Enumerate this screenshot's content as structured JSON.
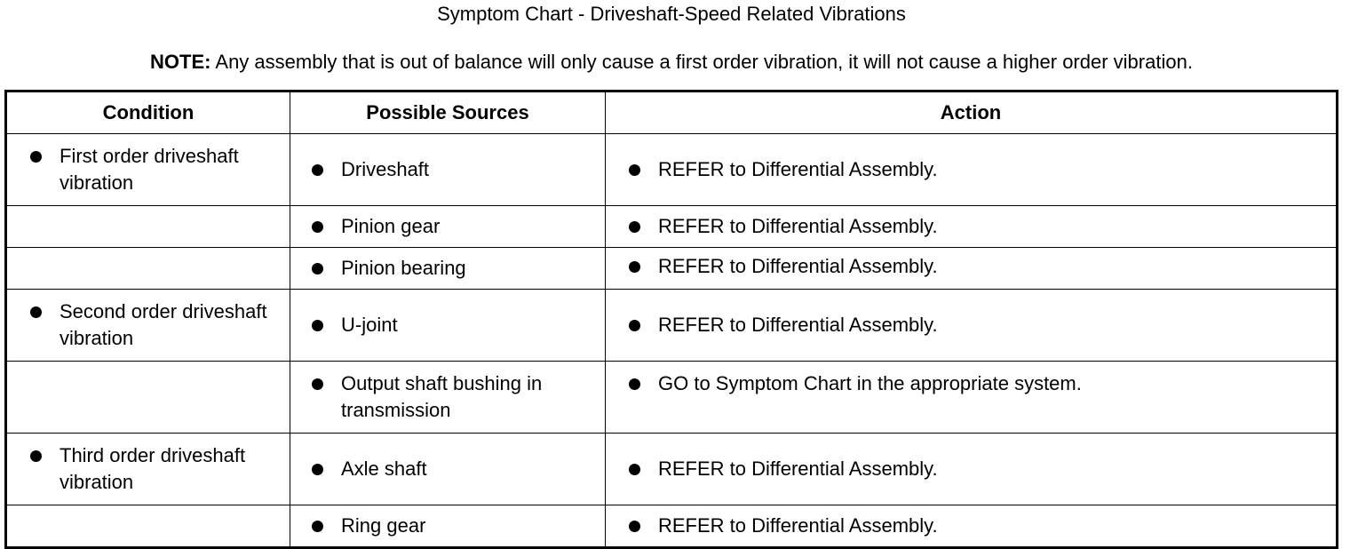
{
  "document": {
    "title": "Symptom Chart - Driveshaft-Speed Related Vibrations",
    "note_label": "NOTE:",
    "note_text": " Any assembly that is out of balance will only cause a first order vibration, it will not cause a higher order vibration."
  },
  "table": {
    "headers": {
      "condition": "Condition",
      "sources": "Possible Sources",
      "action": "Action"
    },
    "rows": [
      {
        "condition": "First order driveshaft vibration",
        "source": "Driveshaft",
        "action": "REFER to Differential Assembly."
      },
      {
        "condition": "",
        "source": "Pinion gear",
        "action": "REFER to Differential Assembly."
      },
      {
        "condition": "",
        "source": "Pinion bearing",
        "action": "REFER to Differential Assembly."
      },
      {
        "condition": "Second order driveshaft vibration",
        "source": "U-joint",
        "action": "REFER to Differential Assembly."
      },
      {
        "condition": "",
        "source": "Output shaft bushing in transmission",
        "action": "GO to Symptom Chart in the appropriate system."
      },
      {
        "condition": "Third order driveshaft vibration",
        "source": "Axle shaft",
        "action": "REFER to Differential Assembly."
      },
      {
        "condition": "",
        "source": "Ring gear",
        "action": "REFER to Differential Assembly."
      }
    ]
  }
}
